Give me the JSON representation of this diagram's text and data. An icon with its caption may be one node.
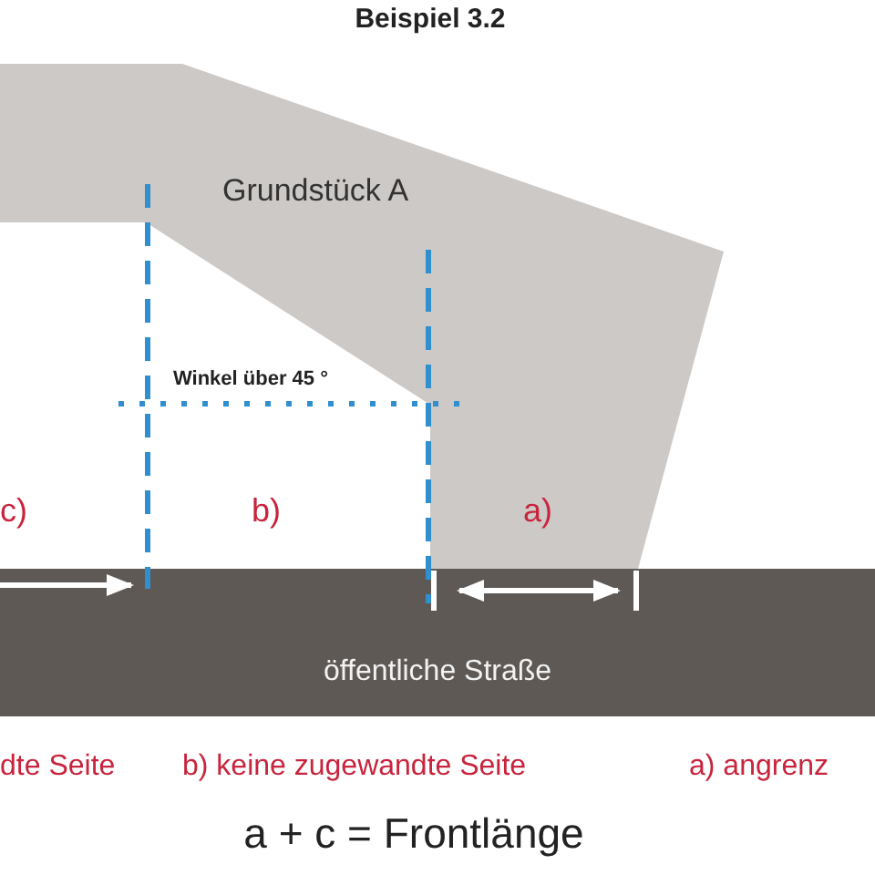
{
  "diagram": {
    "title": "Beispiel 3.2",
    "nodes": [
      {
        "text": [
          "Grundstück A"
        ]
      },
      {
        "text": [
          "öffentliche Straße"
        ]
      }
    ],
    "labels": [
      "Winkel über 45 °",
      "c)",
      "b)",
      "a)",
      "dte Seite",
      "b) keine zugewandte Seite",
      "a) angrenz",
      "a + c = Frontlänge"
    ]
  }
}
